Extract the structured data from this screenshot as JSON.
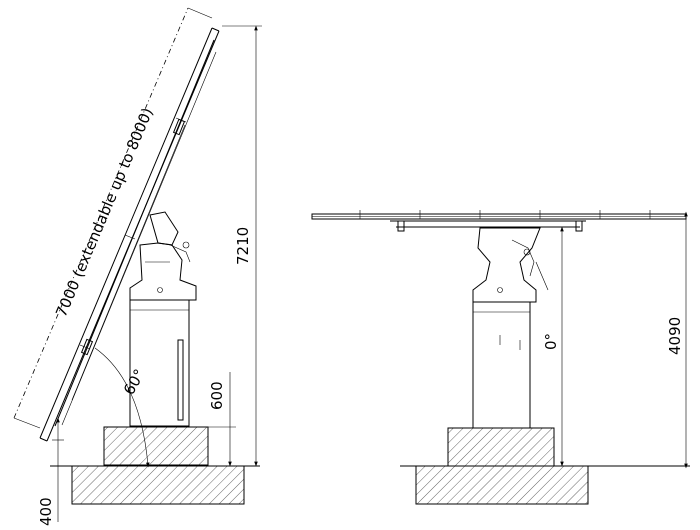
{
  "left_view": {
    "panel_length_label": "7000 (extendable up to 8000)",
    "total_height_label": "7210",
    "column_height_label": "600",
    "base_height_label": "400",
    "tilt_angle_label": "60°"
  },
  "right_view": {
    "vertical_angle_label": "0°",
    "total_height_label": "4090"
  }
}
